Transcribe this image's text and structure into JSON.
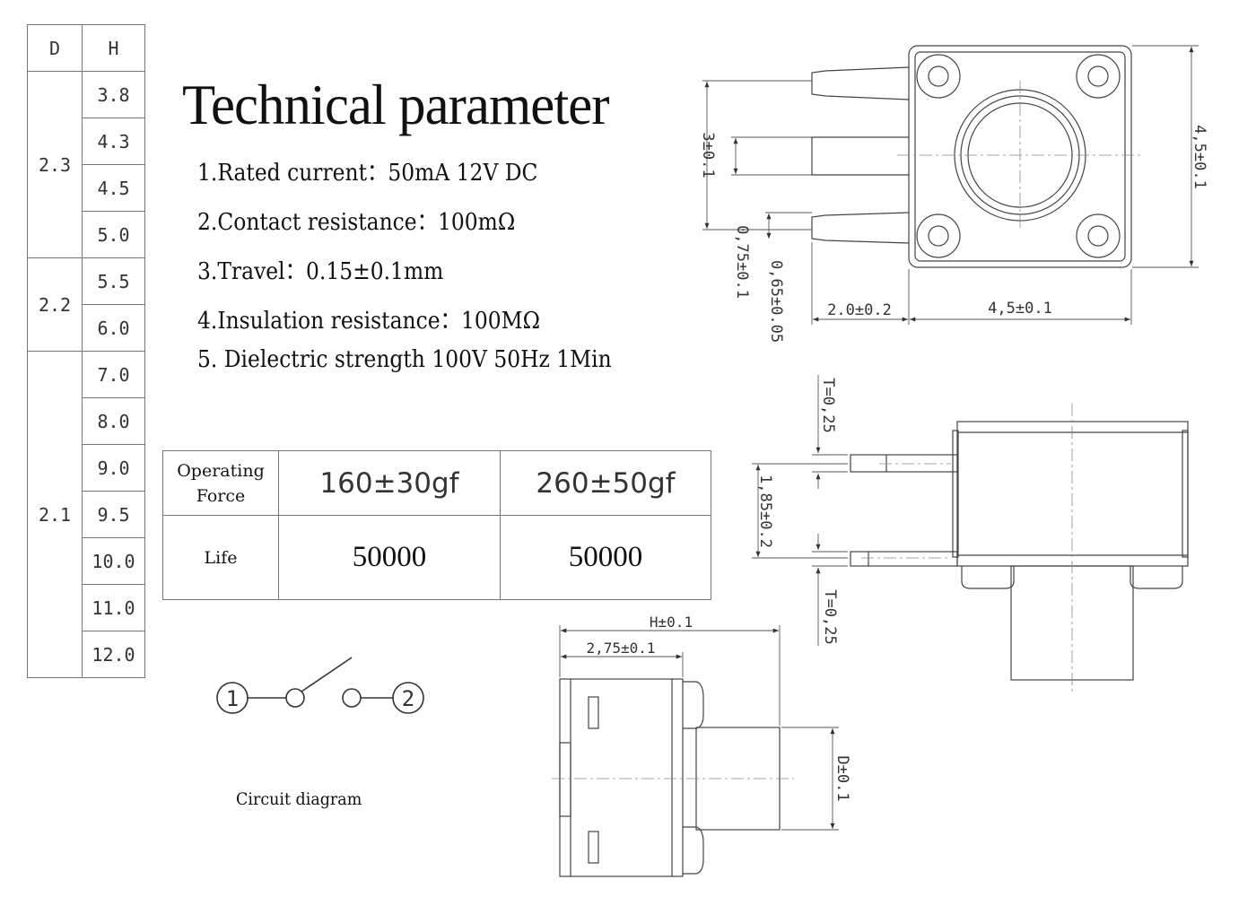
{
  "size_table": {
    "header_d": "D",
    "header_h": "H",
    "groups": [
      {
        "d": "2.3",
        "h": [
          "3.8",
          "4.3",
          "4.5",
          "5.0"
        ]
      },
      {
        "d": "2.2",
        "h": [
          "5.5",
          "6.0"
        ]
      },
      {
        "d": "2.1",
        "h": [
          "7.0",
          "8.0",
          "9.0",
          "9.5",
          "10.0",
          "11.0",
          "12.0"
        ]
      }
    ]
  },
  "title": "Technical parameter",
  "params": [
    "1.Rated current：50mA 12V DC",
    "2.Contact resistance：100mΩ",
    "3.Travel：0.15±0.1mm",
    "4.Insulation resistance：100MΩ",
    "5. Dielectric strength 100V 50Hz 1Min"
  ],
  "force_table": {
    "force_label_line1": "Operating",
    "force_label_line2": "Force",
    "force_values": [
      "160±30gf",
      "260±50gf"
    ],
    "life_label": "Life",
    "life_values": [
      "50000",
      "50000"
    ]
  },
  "circuit": {
    "terminal_1": "1",
    "terminal_2": "2",
    "caption": "Circuit diagram"
  },
  "dimensions": {
    "top_width": "4,5±0.1",
    "top_height": "4,5±0.1",
    "pin_spacing": "3±0.1",
    "pin_width_a": "0,75±0.1",
    "pin_width_b": "0,65±0.05",
    "pin_extension": "2.0±0.2",
    "side_t_top": "T=0,25",
    "side_t_bottom": "T=0,25",
    "side_pin_gap": "1,85±0.2",
    "front_h": "H±0.1",
    "front_body": "2,75±0.1",
    "front_d": "D±0.1"
  }
}
